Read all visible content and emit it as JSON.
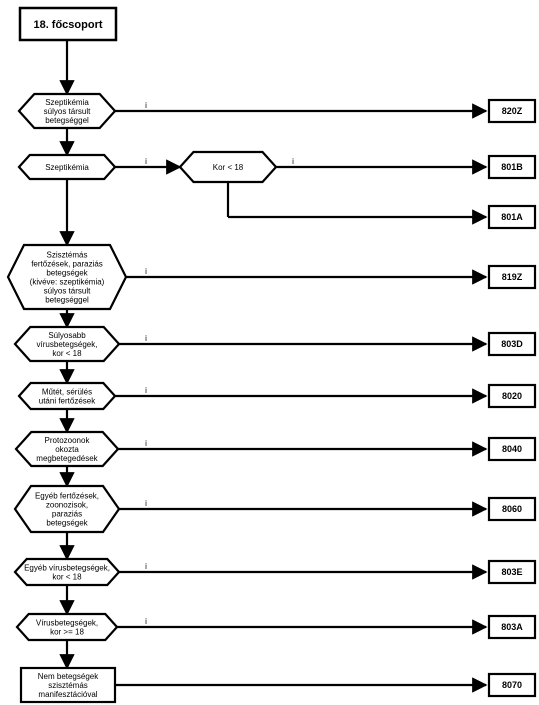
{
  "title": "18. főcsoport",
  "yes_label": "i",
  "conditions": [
    {
      "lines": [
        "Szeptikémia",
        "súlyos társult",
        "betegséggel"
      ],
      "code": "820Z"
    },
    {
      "lines": [
        "Szeptikémia"
      ],
      "code": ""
    },
    {
      "lines": [
        "Szisztémás",
        "fertőzések, paraziás",
        "betegségek",
        "(kivéve: szeptikémia)",
        "súlyos társult",
        "betegséggel"
      ],
      "code": "819Z"
    },
    {
      "lines": [
        "Súlyosabb",
        "vírusbetegségek,",
        "kor < 18"
      ],
      "code": "803D"
    },
    {
      "lines": [
        "Műtét, sérülés",
        "utáni fertőzések"
      ],
      "code": "8020"
    },
    {
      "lines": [
        "Protozoonok",
        "okozta",
        "megbetegedések"
      ],
      "code": "8040"
    },
    {
      "lines": [
        "Egyéb fertőzések,",
        "zoonozisok,",
        "paraziás",
        "betegségek"
      ],
      "code": "8060"
    },
    {
      "lines": [
        "Egyéb vírusbetegségek,",
        "kor < 18"
      ],
      "code": "803E"
    },
    {
      "lines": [
        "Vírusbetegségek,",
        "kor >= 18"
      ],
      "code": "803A"
    }
  ],
  "age_check": {
    "label": "Kor < 18",
    "yes_code": "801B",
    "no_code": "801A"
  },
  "final": {
    "lines": [
      "Nem betegségek",
      "szisztémás",
      "manifesztációval"
    ],
    "code": "8070"
  }
}
